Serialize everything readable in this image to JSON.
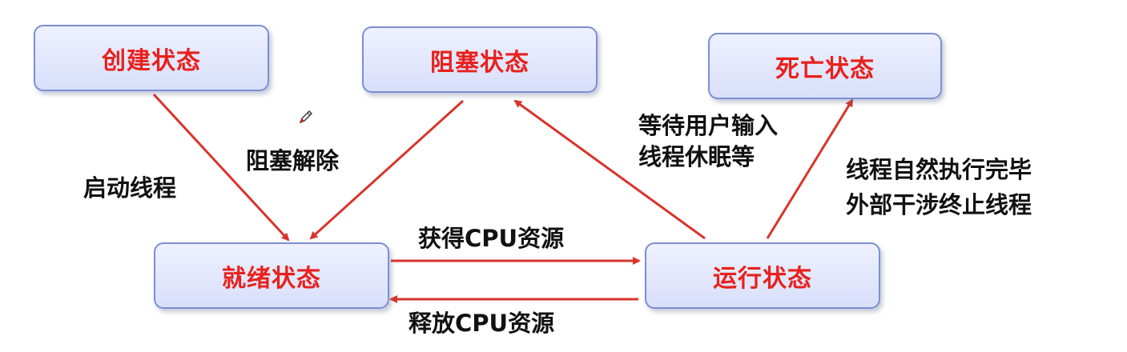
{
  "colors": {
    "node_text": "#e8211c",
    "node_border": "#7b8fd6",
    "arrow": "#d9342b",
    "label_text": "#111111"
  },
  "nodes": {
    "created": "创建状态",
    "blocked": "阻塞状态",
    "dead": "死亡状态",
    "ready": "就绪状态",
    "running": "运行状态"
  },
  "labels": {
    "start_thread": "启动线程",
    "unblock": "阻塞解除",
    "wait_line1": "等待用户输入",
    "wait_line2": "线程休眠等",
    "finish_line1": "线程自然执行完毕",
    "finish_line2": "外部干涉终止线程",
    "get_cpu": "获得CPU资源",
    "release_cpu": "释放CPU资源"
  },
  "edges": [
    {
      "from": "created",
      "to": "ready",
      "label": "start_thread"
    },
    {
      "from": "blocked",
      "to": "ready",
      "label": "unblock"
    },
    {
      "from": "running",
      "to": "blocked",
      "label": "wait"
    },
    {
      "from": "running",
      "to": "dead",
      "label": "finish"
    },
    {
      "from": "ready",
      "to": "running",
      "label": "get_cpu"
    },
    {
      "from": "running",
      "to": "ready",
      "label": "release_cpu"
    }
  ],
  "icons": {
    "cursor": "pencil-cursor-icon"
  }
}
